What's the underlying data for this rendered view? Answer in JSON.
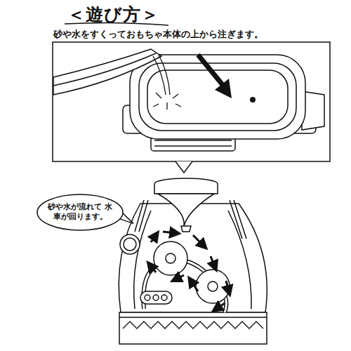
{
  "diagram": {
    "title": "＜遊び方＞",
    "nodes": [
      {
        "text": [
          "砂や水が流れて 水車が回ります。"
        ]
      }
    ],
    "labels": [
      "砂や水をすくっておもちゃ本体の上から注ぎます。"
    ]
  }
}
